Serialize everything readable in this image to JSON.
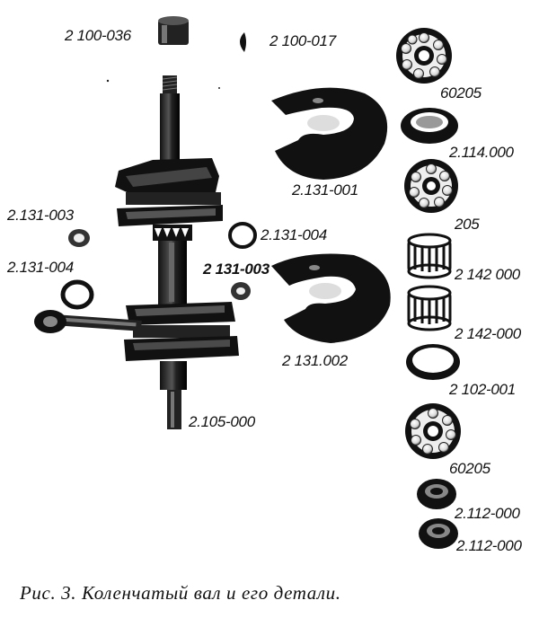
{
  "figure": {
    "caption": "Рис. 3. Коленчатый вал и его детали."
  },
  "parts": {
    "sleeve": "2 100-036",
    "half_ring": "2 100-017",
    "disc_top": "2.131-001",
    "disc_bottom": "2 131.002",
    "washer_left_top": "2.131-003",
    "ring_left": "2.131-004",
    "ring_center": "2.131-004",
    "washer_center": "2 131-003",
    "crank_pin": "2.105-000",
    "bearing_top": "60205",
    "seal_top": "2.114.000",
    "bearing_mid": "205",
    "needle_1": "2 142 000",
    "needle_2": "2 142-000",
    "ring_right": "2 102-001",
    "bearing_bottom": "60205",
    "seal_1": "2.112-000",
    "seal_2": "2.112-000"
  },
  "colors": {
    "ink": "#111111",
    "paper": "#ffffff"
  }
}
